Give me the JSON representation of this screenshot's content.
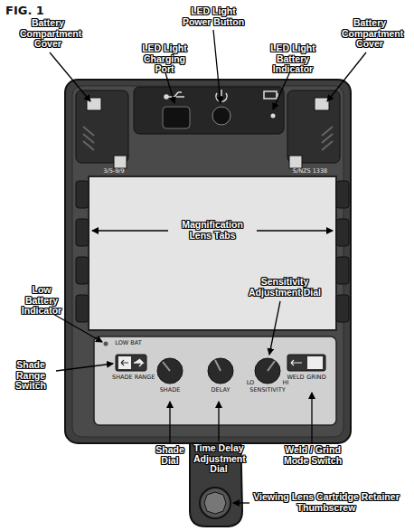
{
  "diagram": {
    "title": "FIG. 1",
    "labels": [
      "Battery Compartment Cover",
      "LED Light Power Button",
      "LED Light Charging Port",
      "LED Light Battery Indicator",
      "Battery Compartment Cover",
      "Magnification Lens Tabs",
      "Sensitivity Adjustment Dial",
      "Low Battery Indicator",
      "Shade Range Switch",
      "Shade Dial",
      "Time Delay Adjustment Dial",
      "Weld / Grind Mode Switch",
      "Viewing Lens Cartridge Retainer Thumbscrew",
      "LOW BAT",
      "SHADE RANGE",
      "SHADE",
      "DELAY",
      "LO",
      "SENSITIVITY",
      "HI",
      "WELD",
      "GRIND",
      "3/5-9/9",
      "S/NZS 1338"
    ]
  }
}
